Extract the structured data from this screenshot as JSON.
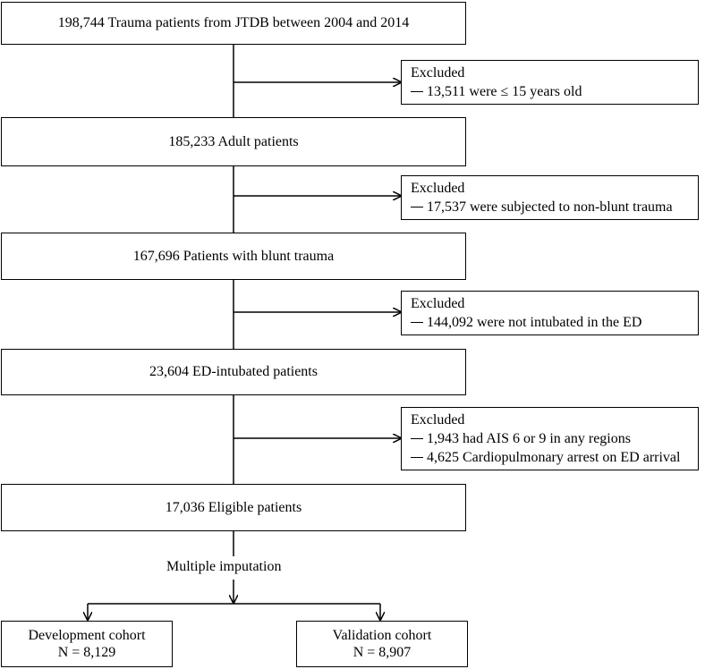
{
  "flow": {
    "step1": "198,744 Trauma patients from JTDB between 2004 and 2014",
    "excl1": {
      "title": "Excluded",
      "items": [
        "13,511 were ≤ 15 years old"
      ]
    },
    "step2": "185,233 Adult patients",
    "excl2": {
      "title": "Excluded",
      "items": [
        "17,537 were subjected to non-blunt trauma"
      ]
    },
    "step3": "167,696 Patients with blunt trauma",
    "excl3": {
      "title": "Excluded",
      "items": [
        "144,092 were not intubated in the ED"
      ]
    },
    "step4": "23,604 ED-intubated patients",
    "excl4": {
      "title": "Excluded",
      "items": [
        "1,943 had AIS 6 or 9 in any regions",
        "4,625 Cardiopulmonary arrest on ED arrival"
      ]
    },
    "step5": "17,036 Eligible patients",
    "imputation": "Multiple imputation",
    "development": {
      "name": "Development cohort",
      "n": "N = 8,129"
    },
    "validation": {
      "name": "Validation cohort",
      "n": "N = 8,907"
    }
  }
}
